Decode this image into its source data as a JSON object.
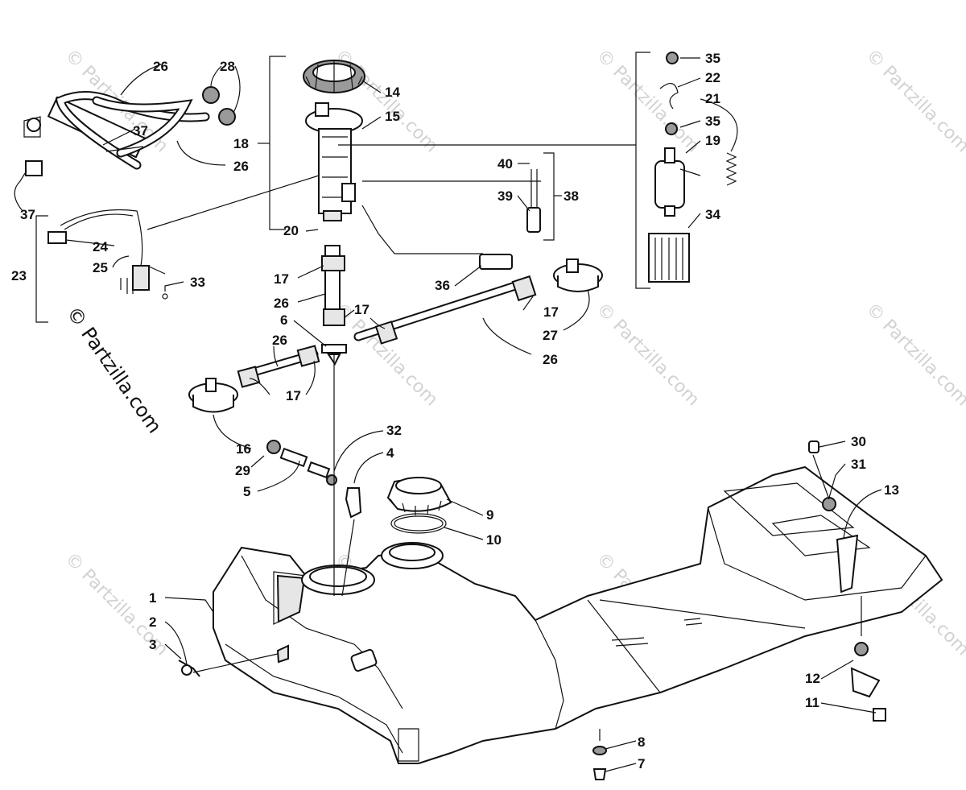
{
  "watermark": {
    "text": "© Partzilla.com",
    "main_text": "© Partzilla.com"
  },
  "callouts": {
    "c1": "1",
    "c2": "2",
    "c3": "3",
    "c4": "4",
    "c5": "5",
    "c6": "6",
    "c7": "7",
    "c8": "8",
    "c9": "9",
    "c10": "10",
    "c11": "11",
    "c12": "12",
    "c13": "13",
    "c14": "14",
    "c15": "15",
    "c16": "16",
    "c17a": "17",
    "c17b": "17",
    "c17c": "17",
    "c17d": "17",
    "c18": "18",
    "c19": "19",
    "c20": "20",
    "c21": "21",
    "c22": "22",
    "c23": "23",
    "c24": "24",
    "c25": "25",
    "c26a": "26",
    "c26b": "26",
    "c26c": "26",
    "c26d": "26",
    "c26e": "26",
    "c27": "27",
    "c28": "28",
    "c29": "29",
    "c30": "30",
    "c31": "31",
    "c32": "32",
    "c33": "33",
    "c34": "34",
    "c35a": "35",
    "c35b": "35",
    "c36": "36",
    "c37a": "37",
    "c37b": "37",
    "c38": "38",
    "c39": "39",
    "c40": "40"
  }
}
